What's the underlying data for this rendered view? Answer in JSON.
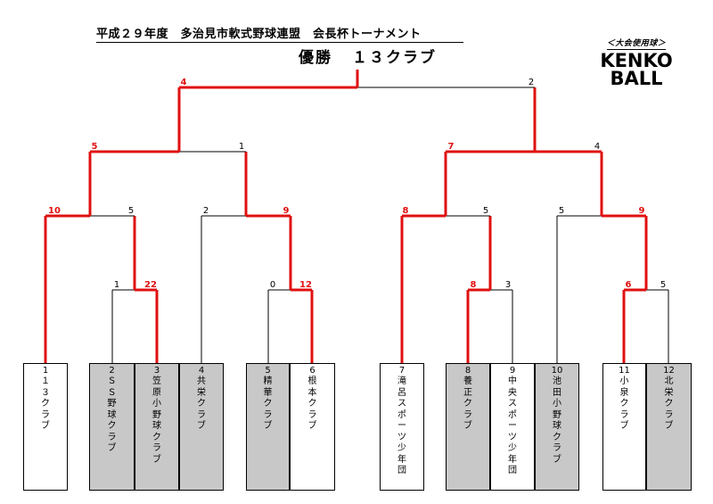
{
  "header": {
    "title": "平成２９年度　多治見市軟式野球連盟　会長杯トーナメント",
    "champion_label": "優勝",
    "champion_team": "１３クラブ"
  },
  "logo": {
    "sub": "＜大会使用球＞",
    "line1": "KENKO",
    "line2": "BALL"
  },
  "colors": {
    "winner_line": "#e01010",
    "loser_line": "#000000",
    "shaded_box": "#c8c8c8"
  },
  "teams": [
    {
      "num": "1",
      "name": "１３クラブ",
      "shade": "white"
    },
    {
      "num": "2",
      "name": "ＳＳ野球クラブ",
      "shade": "gray"
    },
    {
      "num": "3",
      "name": "笠原小野球クラブ",
      "shade": "gray"
    },
    {
      "num": "4",
      "name": "共栄クラブ",
      "shade": "gray"
    },
    {
      "num": "5",
      "name": "精華クラブ",
      "shade": "gray"
    },
    {
      "num": "6",
      "name": "根本クラブ",
      "shade": "white"
    },
    {
      "num": "7",
      "name": "滝呂スポーツ少年団",
      "shade": "white"
    },
    {
      "num": "8",
      "name": "養正クラブ",
      "shade": "gray"
    },
    {
      "num": "9",
      "name": "中央スポーツ少年団",
      "shade": "white"
    },
    {
      "num": "10",
      "name": "池田小野球クラブ",
      "shade": "gray"
    },
    {
      "num": "11",
      "name": "小泉クラブ",
      "shade": "white"
    },
    {
      "num": "12",
      "name": "北栄クラブ",
      "shade": "gray"
    }
  ],
  "scores": {
    "r1_a": {
      "left": "1",
      "right": "22"
    },
    "r1_b": {
      "left": "0",
      "right": "12"
    },
    "r1_c": {
      "left": "8",
      "right": "3"
    },
    "r1_d": {
      "left": "6",
      "right": "5"
    },
    "r2_a": {
      "left": "10",
      "right": "5"
    },
    "r2_b": {
      "left": "2",
      "right": "9"
    },
    "r2_c": {
      "left": "8",
      "right": "5"
    },
    "r2_d": {
      "left": "5",
      "right": "9"
    },
    "r3_a": {
      "left": "5",
      "right": "1"
    },
    "r3_b": {
      "left": "7",
      "right": "4"
    },
    "final": {
      "left": "4",
      "right": "2"
    }
  }
}
